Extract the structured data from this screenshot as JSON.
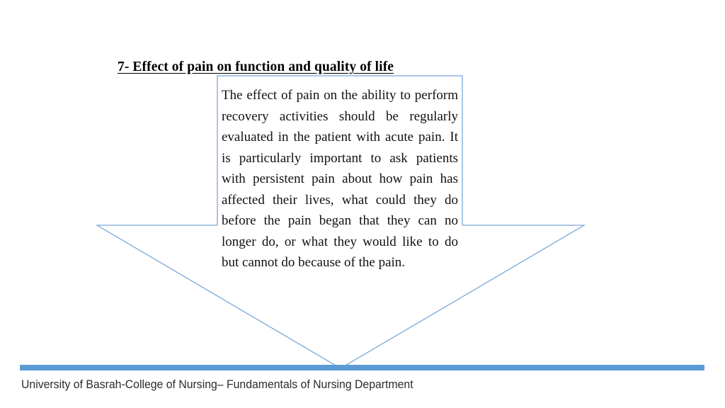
{
  "slide": {
    "heading": "7- Effect of pain on function and quality of life",
    "body_text": "The effect of pain on the ability to perform recovery activities should be regularly evaluated in the patient with acute pain. It is particularly important to ask patients with persistent pain about how pain has affected their lives, what could they do before the pain began that they can no longer do, or what they would like to do but cannot do because of the pain."
  },
  "shape": {
    "name": "down-arrow-outline",
    "outline_color": "#7BA7D7",
    "fill": "none"
  },
  "footer": {
    "text": "University of Basrah-College of Nursing– Fundamentals of Nursing Department",
    "bar_color": "#5B9BD5"
  },
  "colors": {
    "accent_blue": "#5B9BD5",
    "shape_outline": "#7BA7D7",
    "text": "#000000",
    "background": "#FFFFFF"
  }
}
